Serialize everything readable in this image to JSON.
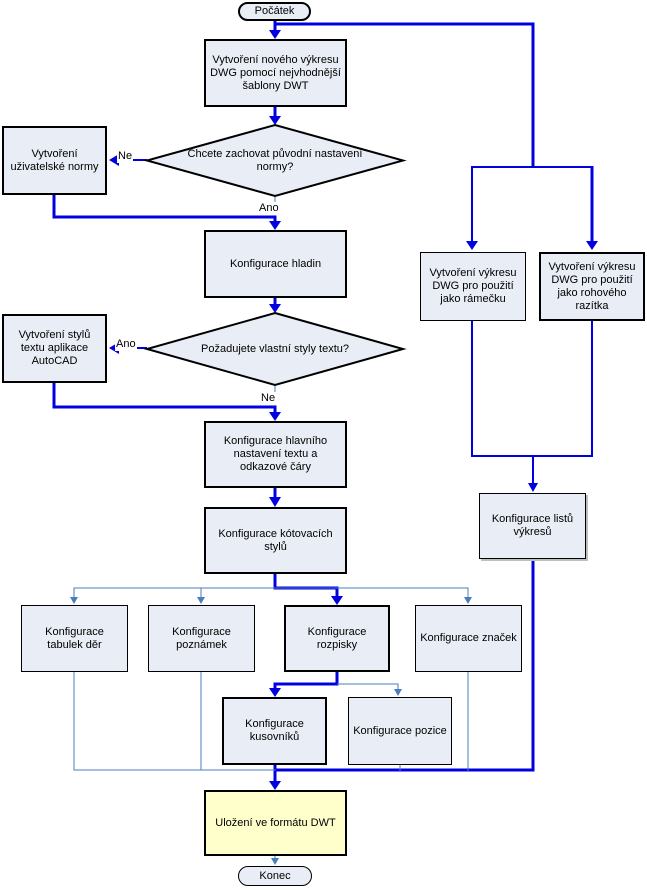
{
  "diagram": {
    "type": "flowchart",
    "language": "cs",
    "colors": {
      "main_connector_blue": "#0000E0",
      "secondary_connector_blue": "#4A7EBB",
      "node_fill": "#E9EDF5",
      "highlight_fill": "#FFFFCC",
      "node_border": "#000000"
    }
  },
  "nodes": {
    "start": "Počátek",
    "create_dwg": "Vytvoření nového výkresu DWG pomocí nejvhodnější šablony DWT",
    "decision_norm": "Chcete zachovat původní nastavení normy?",
    "create_user_norm": "Vytvoření uživatelské normy",
    "config_layers": "Konfigurace hladin",
    "decision_text_styles": "Požadujete vlastní styly textu?",
    "create_text_styles": "Vytvoření stylů textu aplikace AutoCAD",
    "config_main_text": "Konfigurace hlavního nastavení textu a odkazové čáry",
    "config_dim_styles": "Konfigurace kótovacích stylů",
    "config_hole_tables": "Konfigurace tabulek děr",
    "config_notes": "Konfigurace poznámek",
    "config_parts_list": "Konfigurace rozpisky",
    "config_symbols": "Konfigurace značek",
    "config_boms": "Konfigurace kusovníků",
    "config_balloons": "Konfigurace pozice",
    "create_border_dwg": "Vytvoření výkresu DWG pro použití jako rámečku",
    "create_title_block_dwg": "Vytvoření výkresu DWG pro použití jako rohového razítka",
    "config_sheets": "Konfigurace listů výkresů",
    "save_dwt": "Uložení ve formátu DWT",
    "end": "Konec"
  },
  "edge_labels": {
    "norm_no": "Ne",
    "norm_yes": "Ano",
    "styles_yes": "Ano",
    "styles_no": "Ne"
  }
}
